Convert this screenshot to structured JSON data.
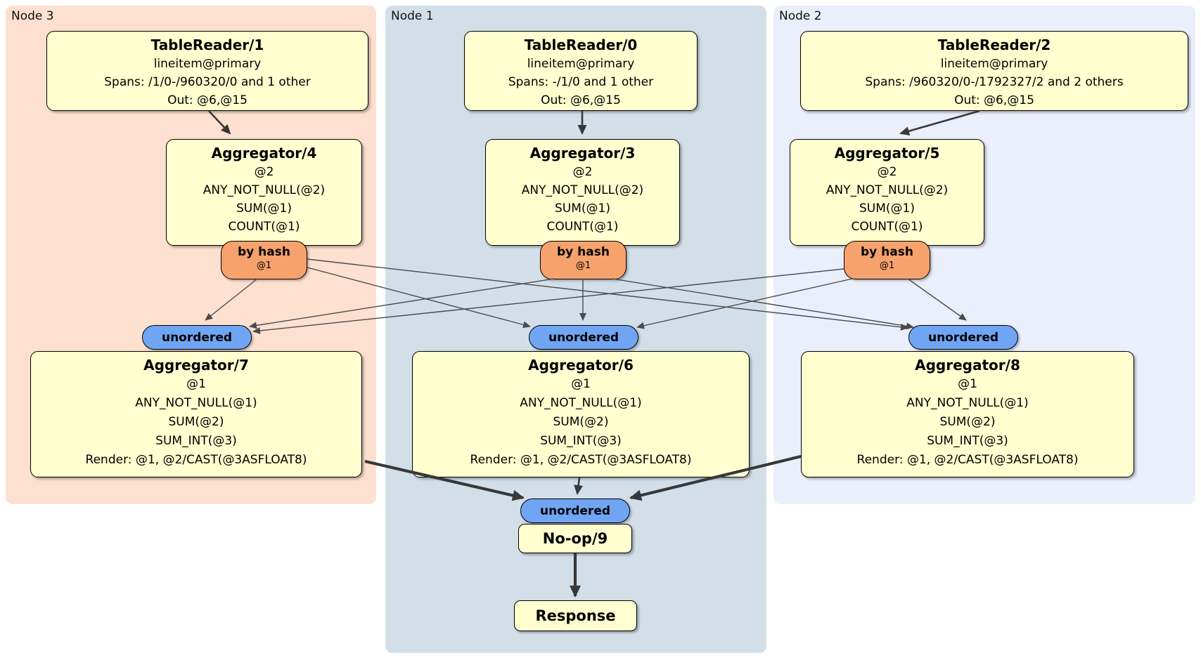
{
  "colors": {
    "node3-bg": "#fde0d0",
    "node1-bg": "#d2dfe9",
    "node2-bg": "#eaeffb",
    "proc-bg": "#ffffd0",
    "router-bg": "#f7a26c",
    "sync-bg": "#70a5f3",
    "edge-thin": "#4a4a4a",
    "edge-thick": "#383838"
  },
  "regions": {
    "node3": {
      "label": "Node 3"
    },
    "node1": {
      "label": "Node 1"
    },
    "node2": {
      "label": "Node 2"
    }
  },
  "processors": {
    "tr1": {
      "title": "TableReader/1",
      "lines": [
        "lineitem@primary",
        "Spans: /1/0-/960320/0 and 1 other",
        "Out: @6,@15"
      ]
    },
    "tr0": {
      "title": "TableReader/0",
      "lines": [
        "lineitem@primary",
        "Spans: -/1/0 and 1 other",
        "Out: @6,@15"
      ]
    },
    "tr2": {
      "title": "TableReader/2",
      "lines": [
        "lineitem@primary",
        "Spans: /960320/0-/1792327/2 and 2 others",
        "Out: @6,@15"
      ]
    },
    "agg4": {
      "title": "Aggregator/4",
      "lines": [
        "@2",
        "ANY_NOT_NULL(@2)",
        "SUM(@1)",
        "COUNT(@1)"
      ]
    },
    "agg3": {
      "title": "Aggregator/3",
      "lines": [
        "@2",
        "ANY_NOT_NULL(@2)",
        "SUM(@1)",
        "COUNT(@1)"
      ]
    },
    "agg5": {
      "title": "Aggregator/5",
      "lines": [
        "@2",
        "ANY_NOT_NULL(@2)",
        "SUM(@1)",
        "COUNT(@1)"
      ]
    },
    "agg7": {
      "title": "Aggregator/7",
      "lines": [
        "@1",
        "ANY_NOT_NULL(@1)",
        "SUM(@2)",
        "SUM_INT(@3)",
        "Render: @1, @2/CAST(@3ASFLOAT8)"
      ]
    },
    "agg6": {
      "title": "Aggregator/6",
      "lines": [
        "@1",
        "ANY_NOT_NULL(@1)",
        "SUM(@2)",
        "SUM_INT(@3)",
        "Render: @1, @2/CAST(@3ASFLOAT8)"
      ]
    },
    "agg8": {
      "title": "Aggregator/8",
      "lines": [
        "@1",
        "ANY_NOT_NULL(@1)",
        "SUM(@2)",
        "SUM_INT(@3)",
        "Render: @1, @2/CAST(@3ASFLOAT8)"
      ]
    },
    "noop": {
      "title": "No-op/9"
    },
    "response": {
      "title": "Response"
    }
  },
  "routers": {
    "r4": {
      "label": "by hash",
      "detail": "@1"
    },
    "r3": {
      "label": "by hash",
      "detail": "@1"
    },
    "r5": {
      "label": "by hash",
      "detail": "@1"
    }
  },
  "syncs": {
    "s7": {
      "label": "unordered"
    },
    "s6": {
      "label": "unordered"
    },
    "s8": {
      "label": "unordered"
    },
    "s9": {
      "label": "unordered"
    }
  }
}
